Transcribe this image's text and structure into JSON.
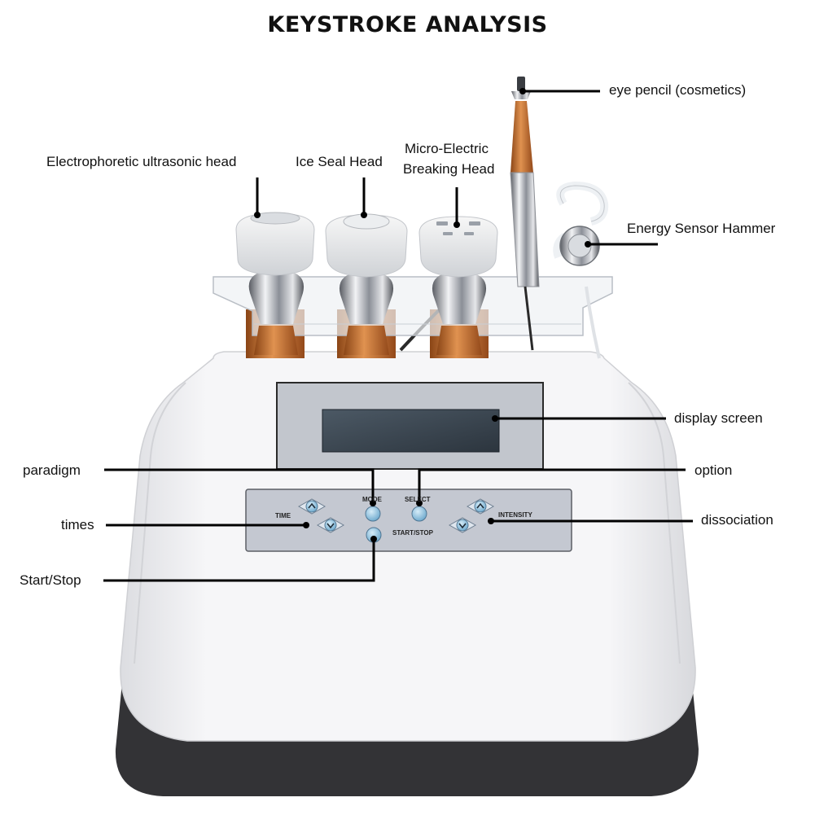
{
  "title": "KEYSTROKE ANALYSIS",
  "labels": {
    "eye_pencil": "eye pencil (cosmetics)",
    "electrophoretic_head": "Electrophoretic ultrasonic head",
    "ice_seal_head": "Ice Seal Head",
    "micro_electric_line1": "Micro-Electric",
    "micro_electric_line2": "Breaking Head",
    "energy_sensor_hammer": "Energy Sensor Hammer",
    "display_screen": "display screen",
    "paradigm": "paradigm",
    "option": "option",
    "times": "times",
    "dissociation": "dissociation",
    "start_stop": "Start/Stop"
  },
  "panel": {
    "time": "TIME",
    "mode": "MODE",
    "select": "SELECT",
    "intensity": "INTENSITY",
    "start_stop": "START/STOP"
  },
  "colors": {
    "copper": "#c9742e",
    "button_blue": "#8ec2de",
    "screen": "#3b4650",
    "panel": "#c4c8d1",
    "body": "#f4f4f6",
    "base": "#333336"
  }
}
